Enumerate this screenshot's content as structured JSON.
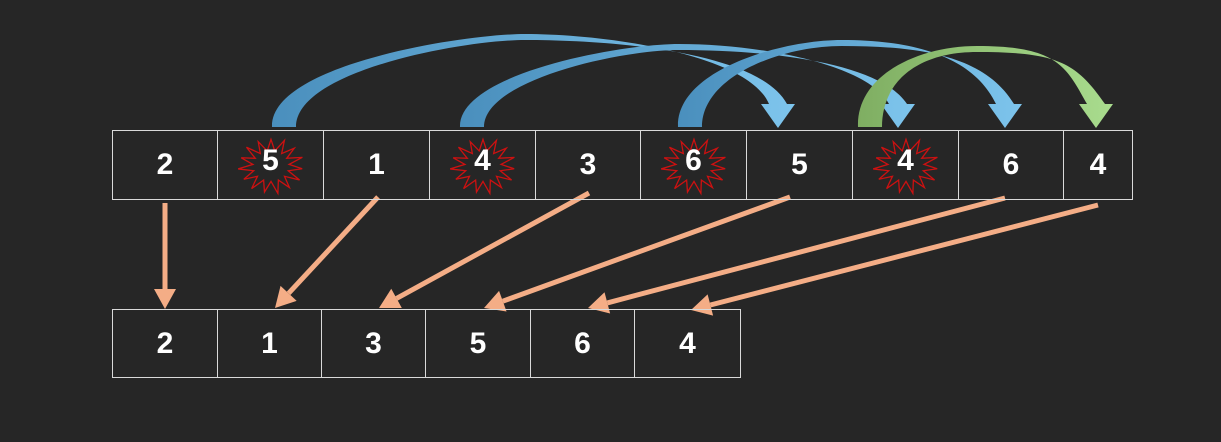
{
  "diagram": {
    "top_row": [
      {
        "value": "2",
        "marked": false
      },
      {
        "value": "5",
        "marked": true
      },
      {
        "value": "1",
        "marked": false
      },
      {
        "value": "4",
        "marked": true
      },
      {
        "value": "3",
        "marked": false
      },
      {
        "value": "6",
        "marked": true
      },
      {
        "value": "5",
        "marked": false
      },
      {
        "value": "4",
        "marked": true
      },
      {
        "value": "6",
        "marked": false
      },
      {
        "value": "4",
        "marked": false
      }
    ],
    "bottom_row": [
      "2",
      "1",
      "3",
      "5",
      "6",
      "4"
    ],
    "colors": {
      "background": "#262626",
      "cell_border": "#d9d9d9",
      "text": "#ffffff",
      "blue_arrow": "#7dc4ec",
      "blue_arrow_dark": "#4a8fbd",
      "green_arrow": "#a9dc8e",
      "green_arrow_dark": "#7fae62",
      "orange_arrow": "#f4ad86",
      "burst_stroke": "#cc1111"
    }
  }
}
